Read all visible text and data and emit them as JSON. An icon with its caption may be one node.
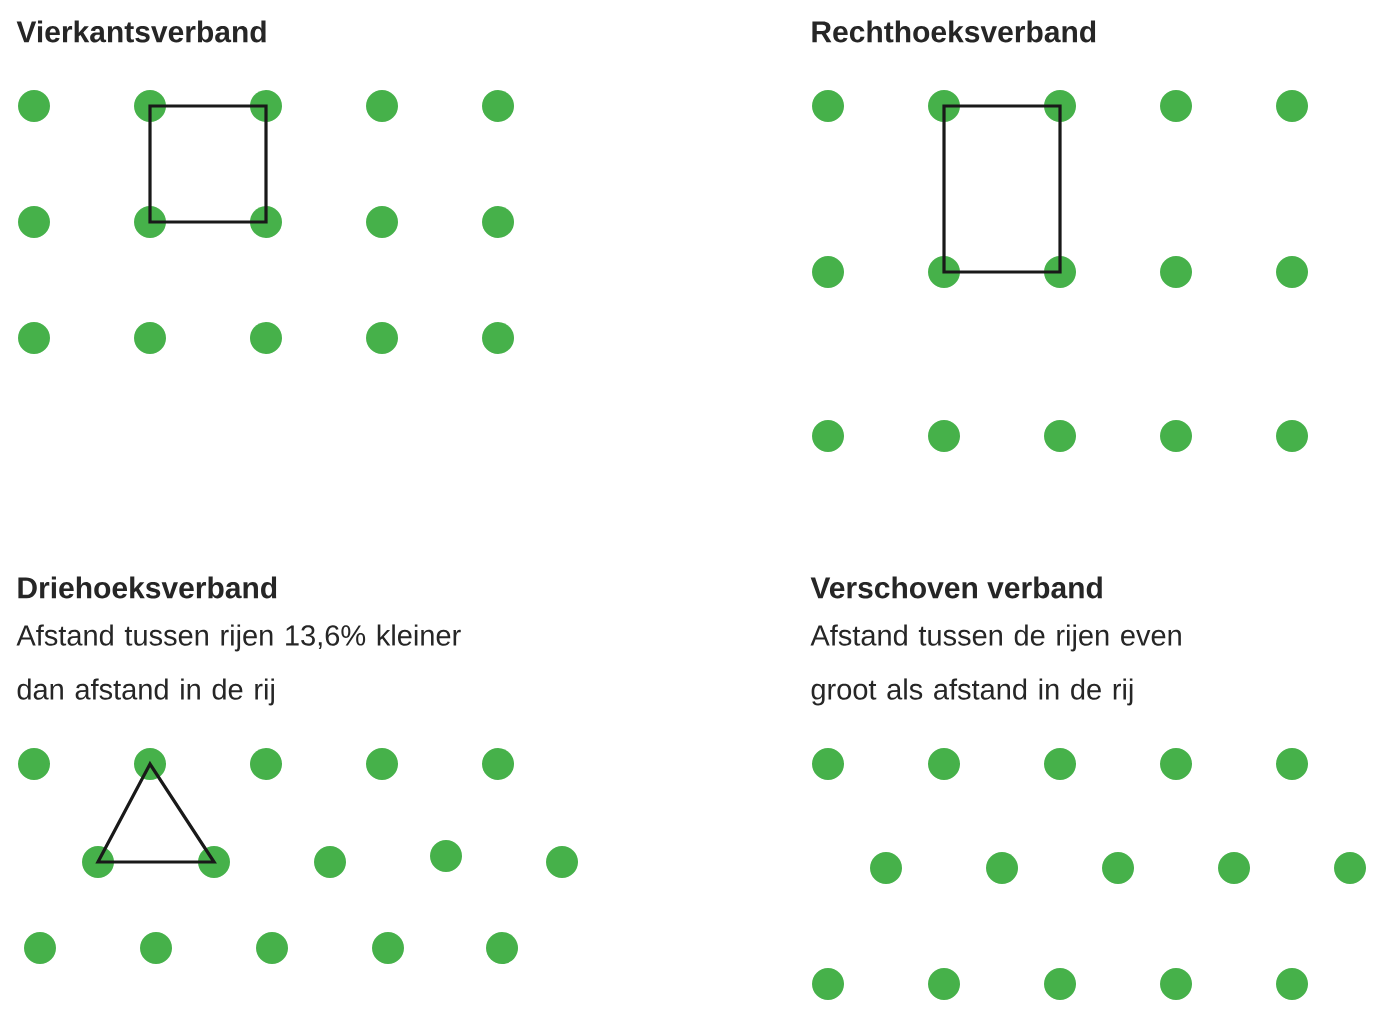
{
  "diagram": {
    "labels": [
      "Vierkantsverband",
      "Rechthoeksverband",
      "Driehoeksverband",
      "Afstand tussen rijen 13,6% kleiner dan afstand in de rij",
      "Verschoven verband",
      "Afstand tussen de rijen even groot als afstand in de rij"
    ]
  }
}
